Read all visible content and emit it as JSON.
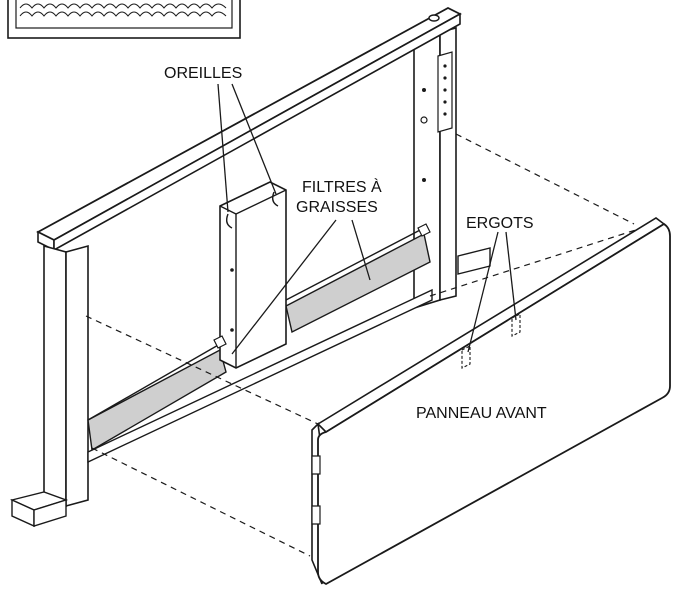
{
  "labels": {
    "oreilles": "OREILLES",
    "filtres_line1": "FILTRES À",
    "filtres_line2": "GRAISSES",
    "ergots": "ERGOTS",
    "panneau": "PANNEAU AVANT"
  },
  "colors": {
    "line": "#1a1a1a",
    "filter_fill": "#cfcfcf",
    "background": "#ffffff"
  }
}
